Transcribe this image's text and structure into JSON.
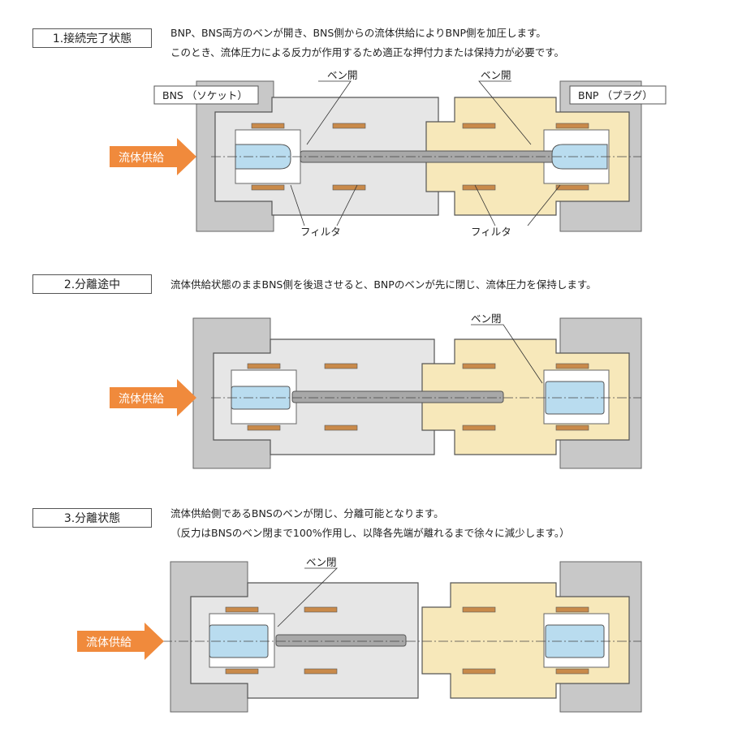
{
  "colors": {
    "socket_body": "#e6e6e6",
    "plug_body": "#f7e8ba",
    "housing": "#c8c8c8",
    "poppet": "#b9dcef",
    "stem": "#a8a8a8",
    "seal": "#c98a4a",
    "arrow": "#f08a3c",
    "outline": "#555555"
  },
  "steps": [
    {
      "label": "1.接続完了状態",
      "lines": [
        "BNP、BNS両方のベンが開き、BNS側からの流体供給によりBNP側を加圧します。",
        "このとき、流体圧力による反力が作用するため適正な押付力または保持力が必要です。"
      ],
      "arrow_label": "流体供給",
      "socket_label": "BNS （ソケット）",
      "plug_label": "BNP （プラグ）",
      "callouts": [
        "ベン開",
        "ベン開",
        "フィルタ",
        "フィルタ"
      ]
    },
    {
      "label": "2.分離途中",
      "lines": [
        "流体供給状態のままBNS側を後退させると、BNPのベンが先に閉じ、流体圧力を保持します。"
      ],
      "arrow_label": "流体供給",
      "callouts": [
        "ベン閉"
      ]
    },
    {
      "label": "3.分離状態",
      "lines": [
        "流体供給側であるBNSのベンが閉じ、分離可能となります。",
        "（反力はBNSのベン閉まで100%作用し、以降各先端が離れるまで徐々に減少します。）"
      ],
      "arrow_label": "流体供給",
      "callouts": [
        "ベン閉"
      ]
    }
  ]
}
